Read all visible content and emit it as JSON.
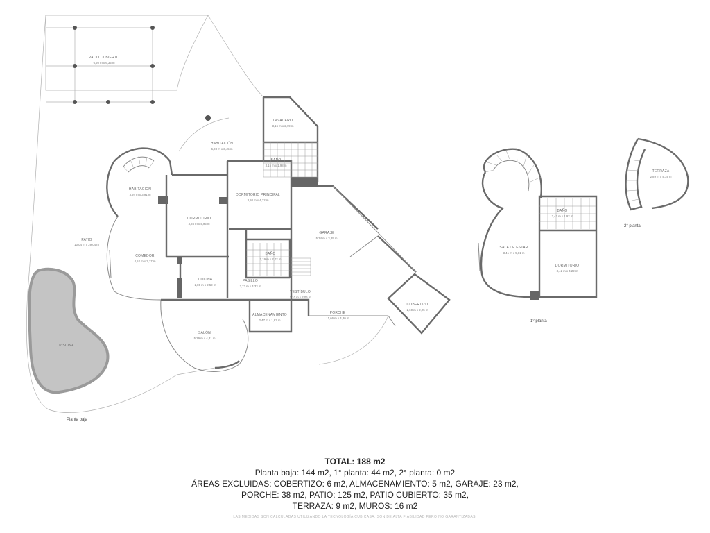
{
  "rooms": {
    "patio_cubierto": {
      "name": "PATIO CUBIERTO",
      "dim": "6,50 m x 6,35 m"
    },
    "lavadero": {
      "name": "LAVADERO",
      "dim": "3,15 m x 2,79 m"
    },
    "habitacion_top": {
      "name": "HABITACIÓN",
      "dim": "6,23 m x 3,45 m"
    },
    "bano_top": {
      "name": "BAÑO",
      "dim": "3,15 m x 1,98 m"
    },
    "habitacion_left": {
      "name": "HABITACIÓN",
      "dim": "3,94 m x 3,91 m"
    },
    "dormitorio_principal": {
      "name": "DORMITORIO PRINCIPAL",
      "dim": "3,80 m x 4,22 m"
    },
    "patio": {
      "name": "PATIO",
      "dim": "10,04 m x 29,04 m"
    },
    "dormitorio": {
      "name": "DORMITORIO",
      "dim": "3,85 m x 4,95 m"
    },
    "garaje": {
      "name": "GARAJE",
      "dim": "5,34 m x 3,85 m"
    },
    "comedor": {
      "name": "COMEDOR",
      "dim": "4,52 m x 3,17 m"
    },
    "bano_mid": {
      "name": "BAÑO",
      "dim": "2,19 m x 2,02 m"
    },
    "cocina": {
      "name": "COCINA",
      "dim": "2,80 m x 2,59 m"
    },
    "pasillo": {
      "name": "PASILLO",
      "dim": "3,73 m x 4,33 m"
    },
    "vestibulo": {
      "name": "VESTÍBULO",
      "dim": "1,10 m x 2,06 m"
    },
    "cobertizo": {
      "name": "COBERTIZO",
      "dim": "2,60 m x 2,25 m"
    },
    "almacenamiento": {
      "name": "ALMACENAMIENTO",
      "dim": "2,47 m x 1,83 m"
    },
    "porche": {
      "name": "PORCHE",
      "dim": "11,66 m x 4,30 m"
    },
    "salon": {
      "name": "SALÓN",
      "dim": "5,29 m x 4,31 m"
    },
    "piscina": {
      "name": "PISCINA",
      "dim": ""
    },
    "bano_p1": {
      "name": "BAÑO",
      "dim": "3,42 m x 1,92 m"
    },
    "sala_de_estar": {
      "name": "SALA DE ESTAR",
      "dim": "3,41 m x 5,81 m"
    },
    "dormitorio_p1": {
      "name": "DORMITORIO",
      "dim": "3,42 m x 4,22 m"
    },
    "terraza": {
      "name": "TERRAZA",
      "dim": "2,89 m x 4,14 m"
    }
  },
  "floors": {
    "baja": "Planta baja",
    "primera": "1° planta",
    "segunda": "2° planta"
  },
  "summary": {
    "total": "TOTAL: 188 m2",
    "line1": "Planta baja: 144 m2, 1° planta: 44 m2, 2° planta: 0 m2",
    "line2": "ÁREAS EXCLUIDAS: COBERTIZO: 6 m2, ALMACENAMIENTO: 5 m2, GARAJE: 23 m2,",
    "line3": "PORCHE: 38 m2, PATIO: 125 m2, PATIO CUBIERTO: 35 m2,",
    "line4": "TERRAZA: 9 m2, MUROS: 16 m2"
  },
  "disclaimer": "LAS MEDIDAS SON CALCULADAS UTILIZANDO LA TECNOLOGÍA CUBICASA. SON DE ALTA FIABILIDAD PERO NO GARANTIZADAS."
}
